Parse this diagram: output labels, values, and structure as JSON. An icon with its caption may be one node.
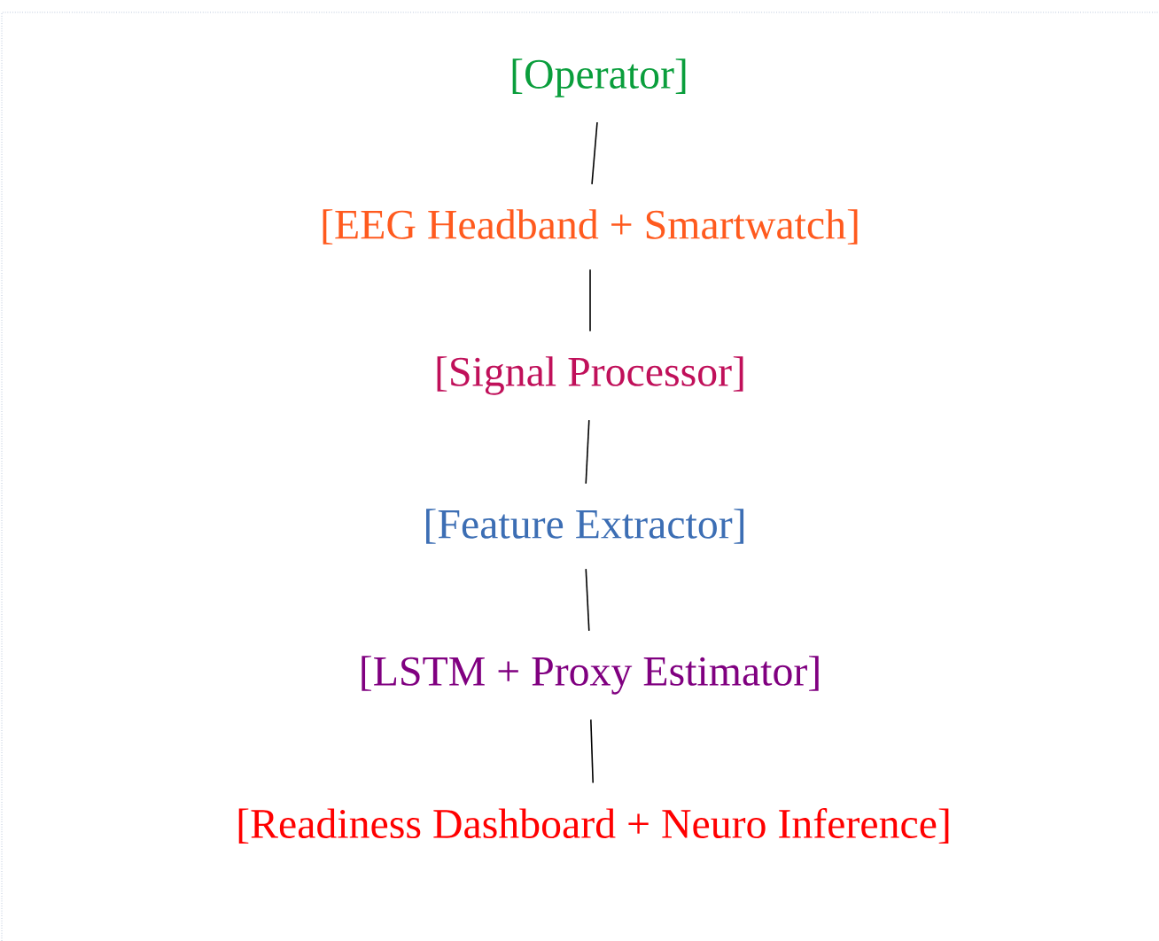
{
  "diagram": {
    "nodes": [
      {
        "text": [
          "[Operator]"
        ]
      },
      {
        "text": [
          "[EEG Headband + Smartwatch]"
        ]
      },
      {
        "text": [
          "[Signal Processor]"
        ]
      },
      {
        "text": [
          "[Feature Extractor]"
        ]
      },
      {
        "text": [
          "[LSTM + Proxy Estimator]"
        ]
      },
      {
        "text": [
          "[Readiness Dashboard + Neuro Inference]"
        ]
      }
    ],
    "edges": [
      {
        "from": 0,
        "to": 1,
        "arrow": "none"
      },
      {
        "from": 1,
        "to": 2,
        "arrow": "none"
      },
      {
        "from": 2,
        "to": 3,
        "arrow": "none"
      },
      {
        "from": 3,
        "to": 4,
        "arrow": "none"
      },
      {
        "from": 4,
        "to": 5,
        "arrow": "none"
      }
    ]
  }
}
